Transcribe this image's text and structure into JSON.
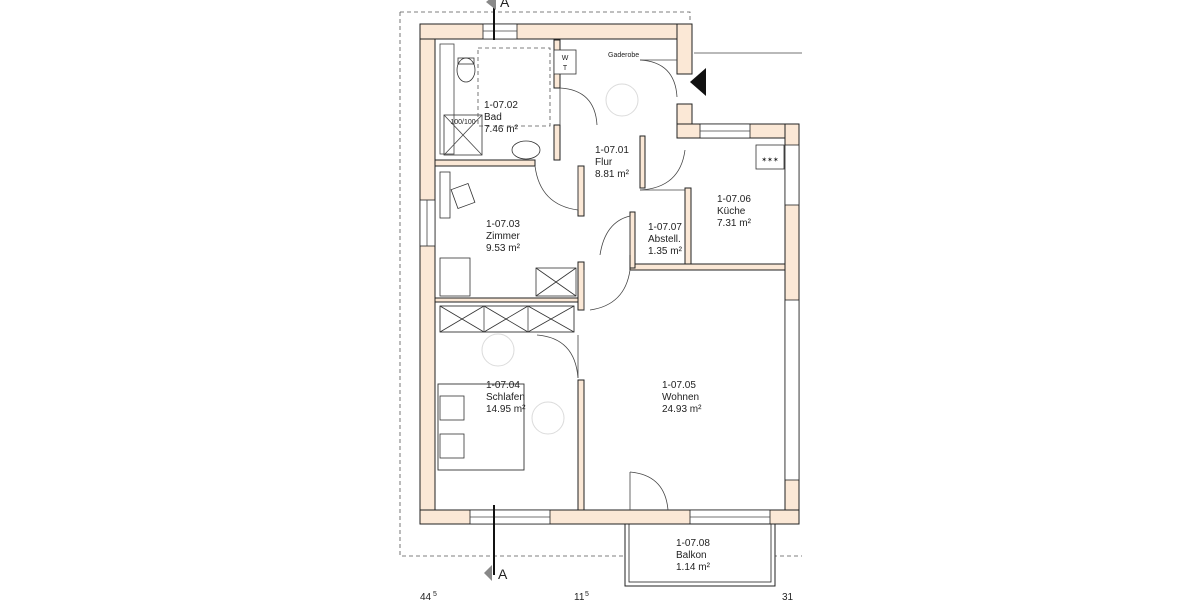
{
  "section_marker": {
    "label_top": "A",
    "label_bottom": "A"
  },
  "rooms": [
    {
      "key": "flur",
      "id": "1-07.01",
      "name": "Flur",
      "area": "8.81 m²"
    },
    {
      "key": "bad",
      "id": "1-07.02",
      "name": "Bad",
      "area": "7.46 m²"
    },
    {
      "key": "zimmer",
      "id": "1-07.03",
      "name": "Zimmer",
      "area": "9.53 m²"
    },
    {
      "key": "schlafen",
      "id": "1-07.04",
      "name": "Schlafen",
      "area": "14.95 m²"
    },
    {
      "key": "wohnen",
      "id": "1-07.05",
      "name": "Wohnen",
      "area": "24.93 m²"
    },
    {
      "key": "kueche",
      "id": "1-07.06",
      "name": "Küche",
      "area": "7.31 m²"
    },
    {
      "key": "abstell",
      "id": "1-07.07",
      "name": "Abstell.",
      "area": "1.35 m²"
    },
    {
      "key": "balkon",
      "id": "1-07.08",
      "name": "Balkon",
      "area": "1.14 m²"
    }
  ],
  "labels": {
    "gaderobe": "Gaderobe",
    "wt_top": "W",
    "wt_bottom": "T",
    "shower": "100/100"
  },
  "dimensions": [
    "44",
    "5",
    "11",
    "5",
    "31"
  ],
  "colors": {
    "wall_fill": "#fbe8d6",
    "line": "#222222",
    "marker": "#222222",
    "marker_light": "#888888"
  }
}
